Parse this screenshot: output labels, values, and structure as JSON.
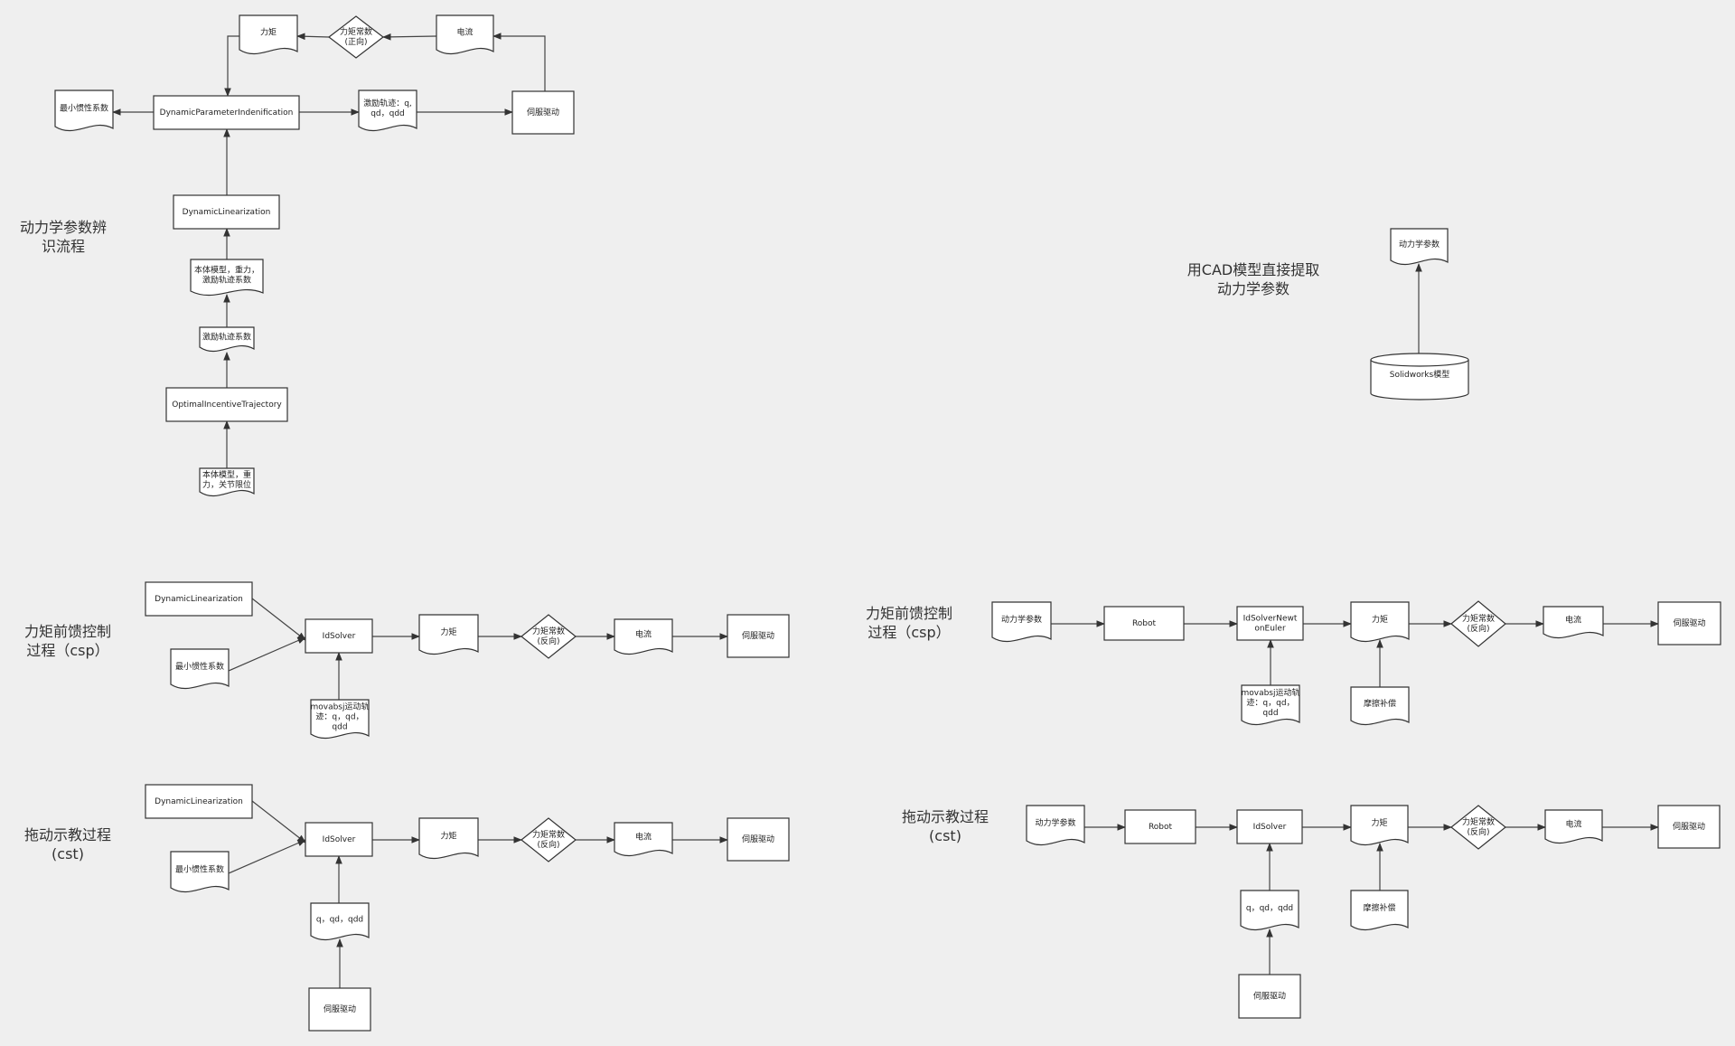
{
  "colors": {
    "background": "#efefef",
    "shape_fill": "#ffffff",
    "stroke": "#333333"
  },
  "identification": {
    "title": [
      "动力学参数辨",
      "识流程"
    ],
    "torque": [
      "力矩"
    ],
    "torque_const": [
      "力矩常数",
      "(正向)"
    ],
    "current": [
      "电流"
    ],
    "min_inertia": [
      "最小惯性系数"
    ],
    "dpi": [
      "DynamicParameterIndenification"
    ],
    "excite_traj": [
      "激励轨迹：q,",
      "qd，qdd"
    ],
    "servo": [
      "伺服驱动"
    ],
    "dynlin": [
      "DynamicLinearization"
    ],
    "model_gravity_coef": [
      "本体模型，重力，",
      "激励轨迹系数"
    ],
    "excite_coef": [
      "激励轨迹系数"
    ],
    "oit": [
      "OptimalIncentiveTrajectory"
    ],
    "model_gravity_limit": [
      "本体模型，重",
      "力，关节限位"
    ]
  },
  "csp_left": {
    "title": [
      "力矩前馈控制",
      "过程（csp）"
    ],
    "dynlin": [
      "DynamicLinearization"
    ],
    "min_inertia": [
      "最小惯性系数"
    ],
    "idsolver": [
      "IdSolver"
    ],
    "traj": [
      "movabsj运动轨",
      "迹：q，qd，",
      "qdd"
    ],
    "torque": [
      "力矩"
    ],
    "torque_const": [
      "力矩常数",
      "(反向)"
    ],
    "current": [
      "电流"
    ],
    "servo": [
      "伺服驱动"
    ]
  },
  "cst_left": {
    "title": [
      "拖动示教过程",
      "(cst)"
    ],
    "dynlin": [
      "DynamicLinearization"
    ],
    "min_inertia": [
      "最小惯性系数"
    ],
    "idsolver": [
      "IdSolver"
    ],
    "q": [
      "q，qd，qdd"
    ],
    "servo_src": [
      "伺服驱动"
    ],
    "torque": [
      "力矩"
    ],
    "torque_const": [
      "力矩常数",
      "(反向)"
    ],
    "current": [
      "电流"
    ],
    "servo": [
      "伺服驱动"
    ]
  },
  "cad": {
    "title": [
      "用CAD模型直接提取",
      "动力学参数"
    ],
    "params": [
      "动力学参数"
    ],
    "solidworks": [
      "Solidworks模型"
    ]
  },
  "csp_right": {
    "title": [
      "力矩前馈控制",
      "过程（csp）"
    ],
    "params": [
      "动力学参数"
    ],
    "robot": [
      "Robot"
    ],
    "idsolver": [
      "IdSolverNewt",
      "onEuler"
    ],
    "traj": [
      "movabsj运动轨",
      "迹：q，qd，",
      "qdd"
    ],
    "torque": [
      "力矩"
    ],
    "friction": [
      "摩擦补偿"
    ],
    "torque_const": [
      "力矩常数",
      "(反向)"
    ],
    "current": [
      "电流"
    ],
    "servo": [
      "伺服驱动"
    ]
  },
  "cst_right": {
    "title": [
      "拖动示教过程",
      "(cst)"
    ],
    "params": [
      "动力学参数"
    ],
    "robot": [
      "Robot"
    ],
    "idsolver": [
      "IdSolver"
    ],
    "q": [
      "q，qd，qdd"
    ],
    "servo_src": [
      "伺服驱动"
    ],
    "torque": [
      "力矩"
    ],
    "friction": [
      "摩擦补偿"
    ],
    "torque_const": [
      "力矩常数",
      "(反向)"
    ],
    "current": [
      "电流"
    ],
    "servo": [
      "伺服驱动"
    ]
  }
}
